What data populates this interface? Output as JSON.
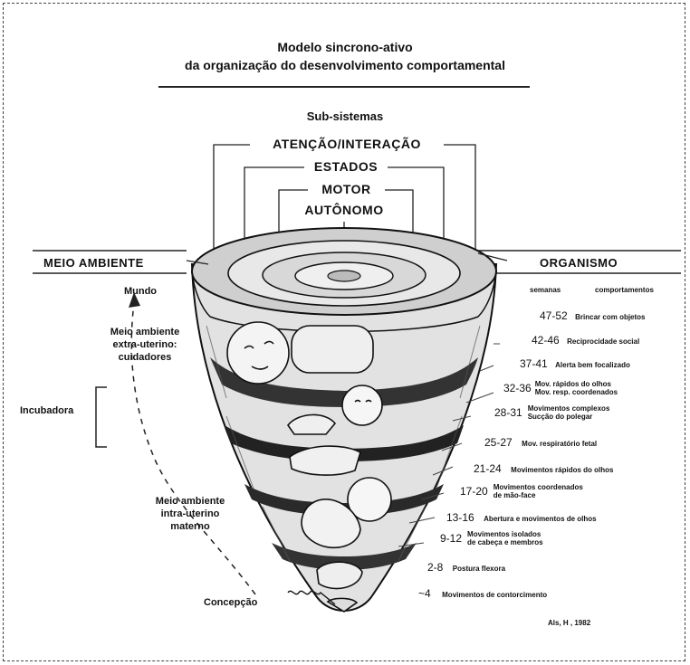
{
  "title": {
    "line1": "Modelo sincrono-ativo",
    "line2": "da organização do desenvolvimento comportamental"
  },
  "subsystems": {
    "heading": "Sub-sistemas",
    "layers": [
      "ATENÇÃO/INTERAÇÃO",
      "ESTADOS",
      "MOTOR",
      "AUTÔNOMO"
    ]
  },
  "environment": {
    "heading": "MEIO AMBIENTE",
    "world": "Mundo",
    "extra_uterine": [
      "Meio ambiente",
      "extra-uterino:",
      "cuidadores"
    ],
    "incubator": "Incubadora",
    "intra_uterine": [
      "Meio ambiente",
      "intra-uterino",
      "materno"
    ],
    "conception": "Concepção"
  },
  "organism": {
    "heading": "ORGANISMO",
    "col_weeks": "semanas",
    "col_behaviors": "comportamentos",
    "stages": [
      {
        "weeks": "47-52",
        "behavior": [
          "Brincar com objetos"
        ]
      },
      {
        "weeks": "42-46",
        "behavior": [
          "Reciprocidade social"
        ]
      },
      {
        "weeks": "37-41",
        "behavior": [
          "Alerta bem focalizado"
        ]
      },
      {
        "weeks": "32-36",
        "behavior": [
          "Mov. rápidos do olhos",
          "Mov. resp. coordenados"
        ]
      },
      {
        "weeks": "28-31",
        "behavior": [
          "Movimentos complexos",
          "Sucção do polegar"
        ]
      },
      {
        "weeks": "25-27",
        "behavior": [
          "Mov. respiratório fetal"
        ]
      },
      {
        "weeks": "21-24",
        "behavior": [
          "Movimentos rápidos do olhos"
        ]
      },
      {
        "weeks": "17-20",
        "behavior": [
          "Movimentos coordenados",
          "de mão-face"
        ]
      },
      {
        "weeks": "13-16",
        "behavior": [
          "Abertura e movimentos de olhos"
        ]
      },
      {
        "weeks": "9-12",
        "behavior": [
          "Movimentos isolados",
          "de cabeça e membros"
        ]
      },
      {
        "weeks": "2-8",
        "behavior": [
          "Postura flexora"
        ]
      },
      {
        "weeks": "~4",
        "behavior": [
          "Movimentos de contorcimento"
        ]
      }
    ]
  },
  "citation": "Als, H , 1982"
}
